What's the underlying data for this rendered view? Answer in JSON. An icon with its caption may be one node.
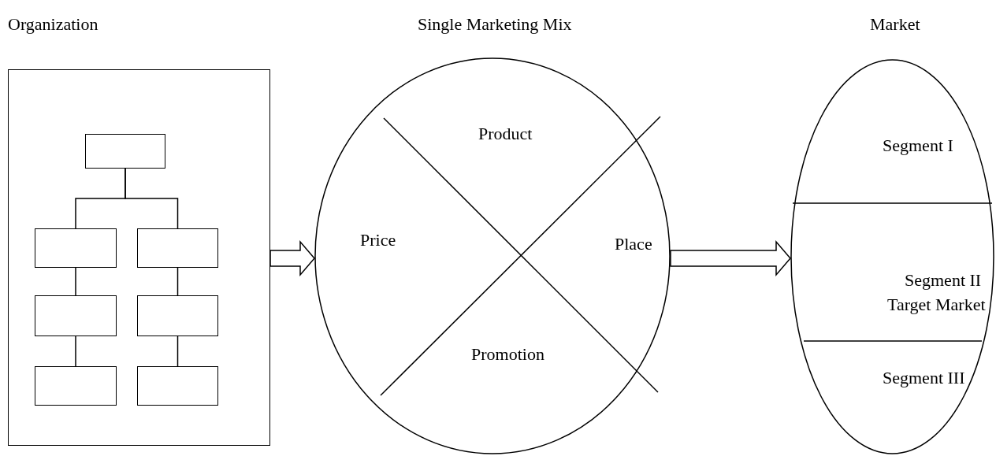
{
  "diagram": {
    "nodes": [
      {
        "text": [
          "Organization"
        ]
      },
      {
        "text": [],
        "shape": "box",
        "in": 0
      },
      {
        "text": [],
        "shape": "box",
        "in": 0
      },
      {
        "text": [],
        "shape": "box",
        "in": 0
      },
      {
        "text": [],
        "shape": "box",
        "in": 0
      },
      {
        "text": [],
        "shape": "box",
        "in": 0
      },
      {
        "text": [],
        "shape": "box",
        "in": 0
      },
      {
        "text": [],
        "shape": "box",
        "in": 0
      },
      {
        "text": [
          "Single Marketing Mix"
        ]
      },
      {
        "text": [
          "Product"
        ],
        "in": 8
      },
      {
        "text": [
          "Price"
        ],
        "in": 8
      },
      {
        "text": [
          "Place"
        ],
        "in": 8
      },
      {
        "text": [
          "Promotion"
        ],
        "in": 8
      },
      {
        "text": [
          "Market"
        ]
      },
      {
        "text": [
          "Segment I"
        ],
        "in": 13
      },
      {
        "text": [
          "Segment II",
          "Target Market"
        ],
        "in": 13
      },
      {
        "text": [
          "Segment III"
        ],
        "in": 13
      }
    ],
    "edges": [
      {
        "from": 1,
        "to": 2,
        "arrow": "none"
      },
      {
        "from": 1,
        "to": 3,
        "arrow": "none"
      },
      {
        "from": 2,
        "to": 4,
        "arrow": "none"
      },
      {
        "from": 4,
        "to": 6,
        "arrow": "none"
      },
      {
        "from": 3,
        "to": 5,
        "arrow": "none"
      },
      {
        "from": 5,
        "to": 7,
        "arrow": "none"
      },
      {
        "from": 0,
        "to": 8,
        "arrow": "to"
      },
      {
        "from": 8,
        "to": 13,
        "arrow": "to"
      }
    ]
  }
}
